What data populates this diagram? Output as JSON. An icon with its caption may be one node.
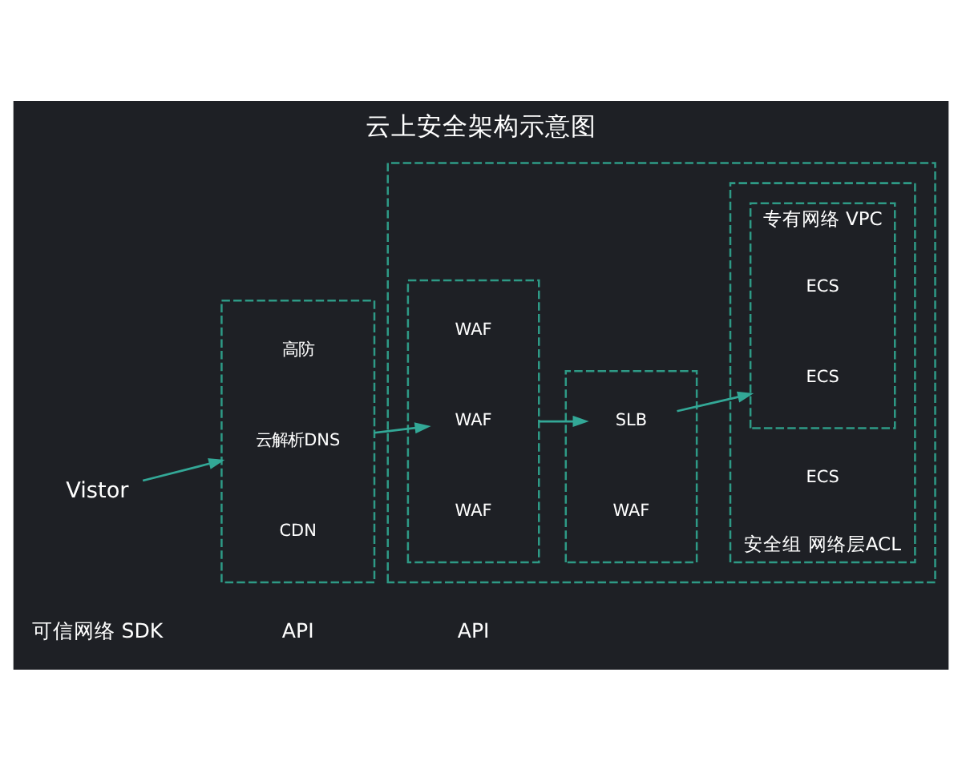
{
  "diagram": {
    "title": "云上安全架构示意图",
    "nodes": [
      {
        "text": [
          "Vistor"
        ]
      },
      {
        "text": [],
        "shape": "box"
      },
      {
        "text": [
          "高防"
        ],
        "in": 1
      },
      {
        "text": [
          "云解析DNS"
        ],
        "in": 1
      },
      {
        "text": [
          "CDN"
        ],
        "in": 1
      },
      {
        "text": [],
        "shape": "box"
      },
      {
        "text": [],
        "shape": "box",
        "in": 5
      },
      {
        "text": [
          "WAF"
        ],
        "in": 6
      },
      {
        "text": [
          "WAF"
        ],
        "in": 6
      },
      {
        "text": [
          "WAF"
        ],
        "in": 6
      },
      {
        "text": [],
        "shape": "box",
        "in": 5
      },
      {
        "text": [
          "SLB"
        ],
        "in": 10
      },
      {
        "text": [
          "WAF"
        ],
        "in": 10
      },
      {
        "text": [
          "安全组 网络层ACL"
        ],
        "in": 5
      },
      {
        "text": [
          "专有网络 VPC"
        ],
        "in": 13
      },
      {
        "text": [
          "ECS"
        ],
        "in": 14
      },
      {
        "text": [
          "ECS"
        ],
        "in": 14
      },
      {
        "text": [
          "ECS"
        ],
        "in": 13
      }
    ],
    "edges": [
      {
        "from": 0,
        "to": 1,
        "arrow": "to"
      },
      {
        "from": 1,
        "to": 8,
        "arrow": "to"
      },
      {
        "from": 6,
        "to": 11,
        "arrow": "to"
      },
      {
        "from": 11,
        "to": 14,
        "arrow": "to"
      }
    ],
    "labels": [
      "可信网络 SDK",
      "API",
      "API"
    ]
  }
}
